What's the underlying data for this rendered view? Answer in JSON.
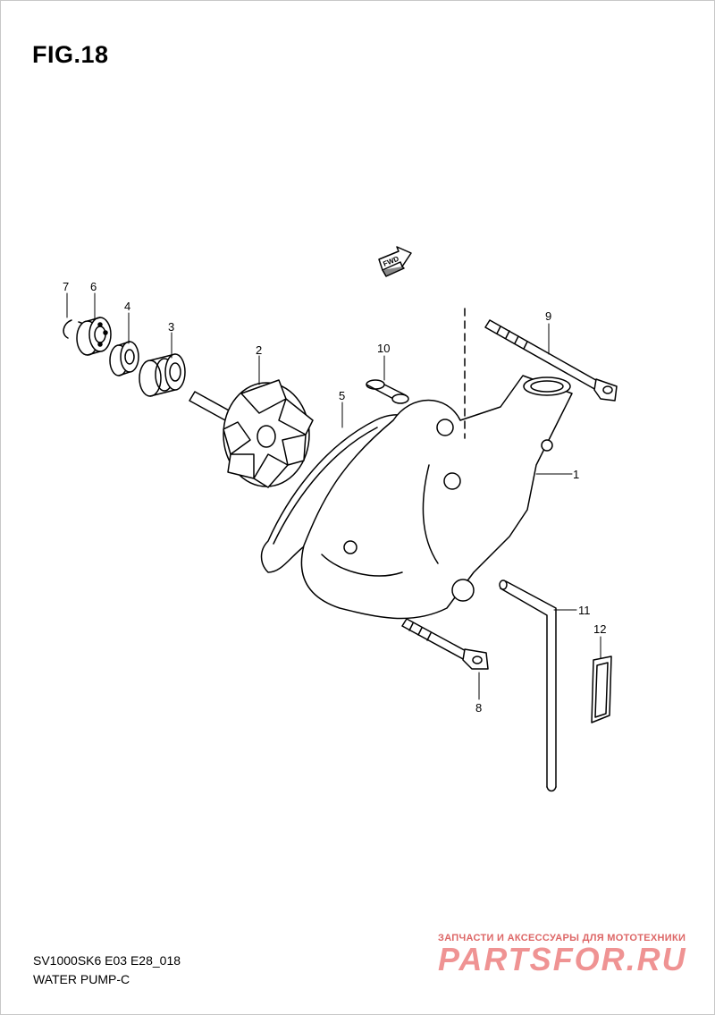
{
  "figure": {
    "title": "FIG.18"
  },
  "fwd_label": "FWD",
  "callouts": {
    "c1": "1",
    "c2": "2",
    "c3": "3",
    "c4": "4",
    "c5": "5",
    "c6": "6",
    "c7": "7",
    "c8": "8",
    "c9": "9",
    "c10": "10",
    "c11": "11",
    "c12": "12"
  },
  "footer": {
    "code": "SV1000SK6 E03 E28_018",
    "name": "WATER PUMP-C"
  },
  "watermark": {
    "tagline": "ЗАПЧАСТИ И АКСЕССУАРЫ ДЛЯ МОТОТЕХНИКИ",
    "brand": "PARTSFOR.RU"
  }
}
